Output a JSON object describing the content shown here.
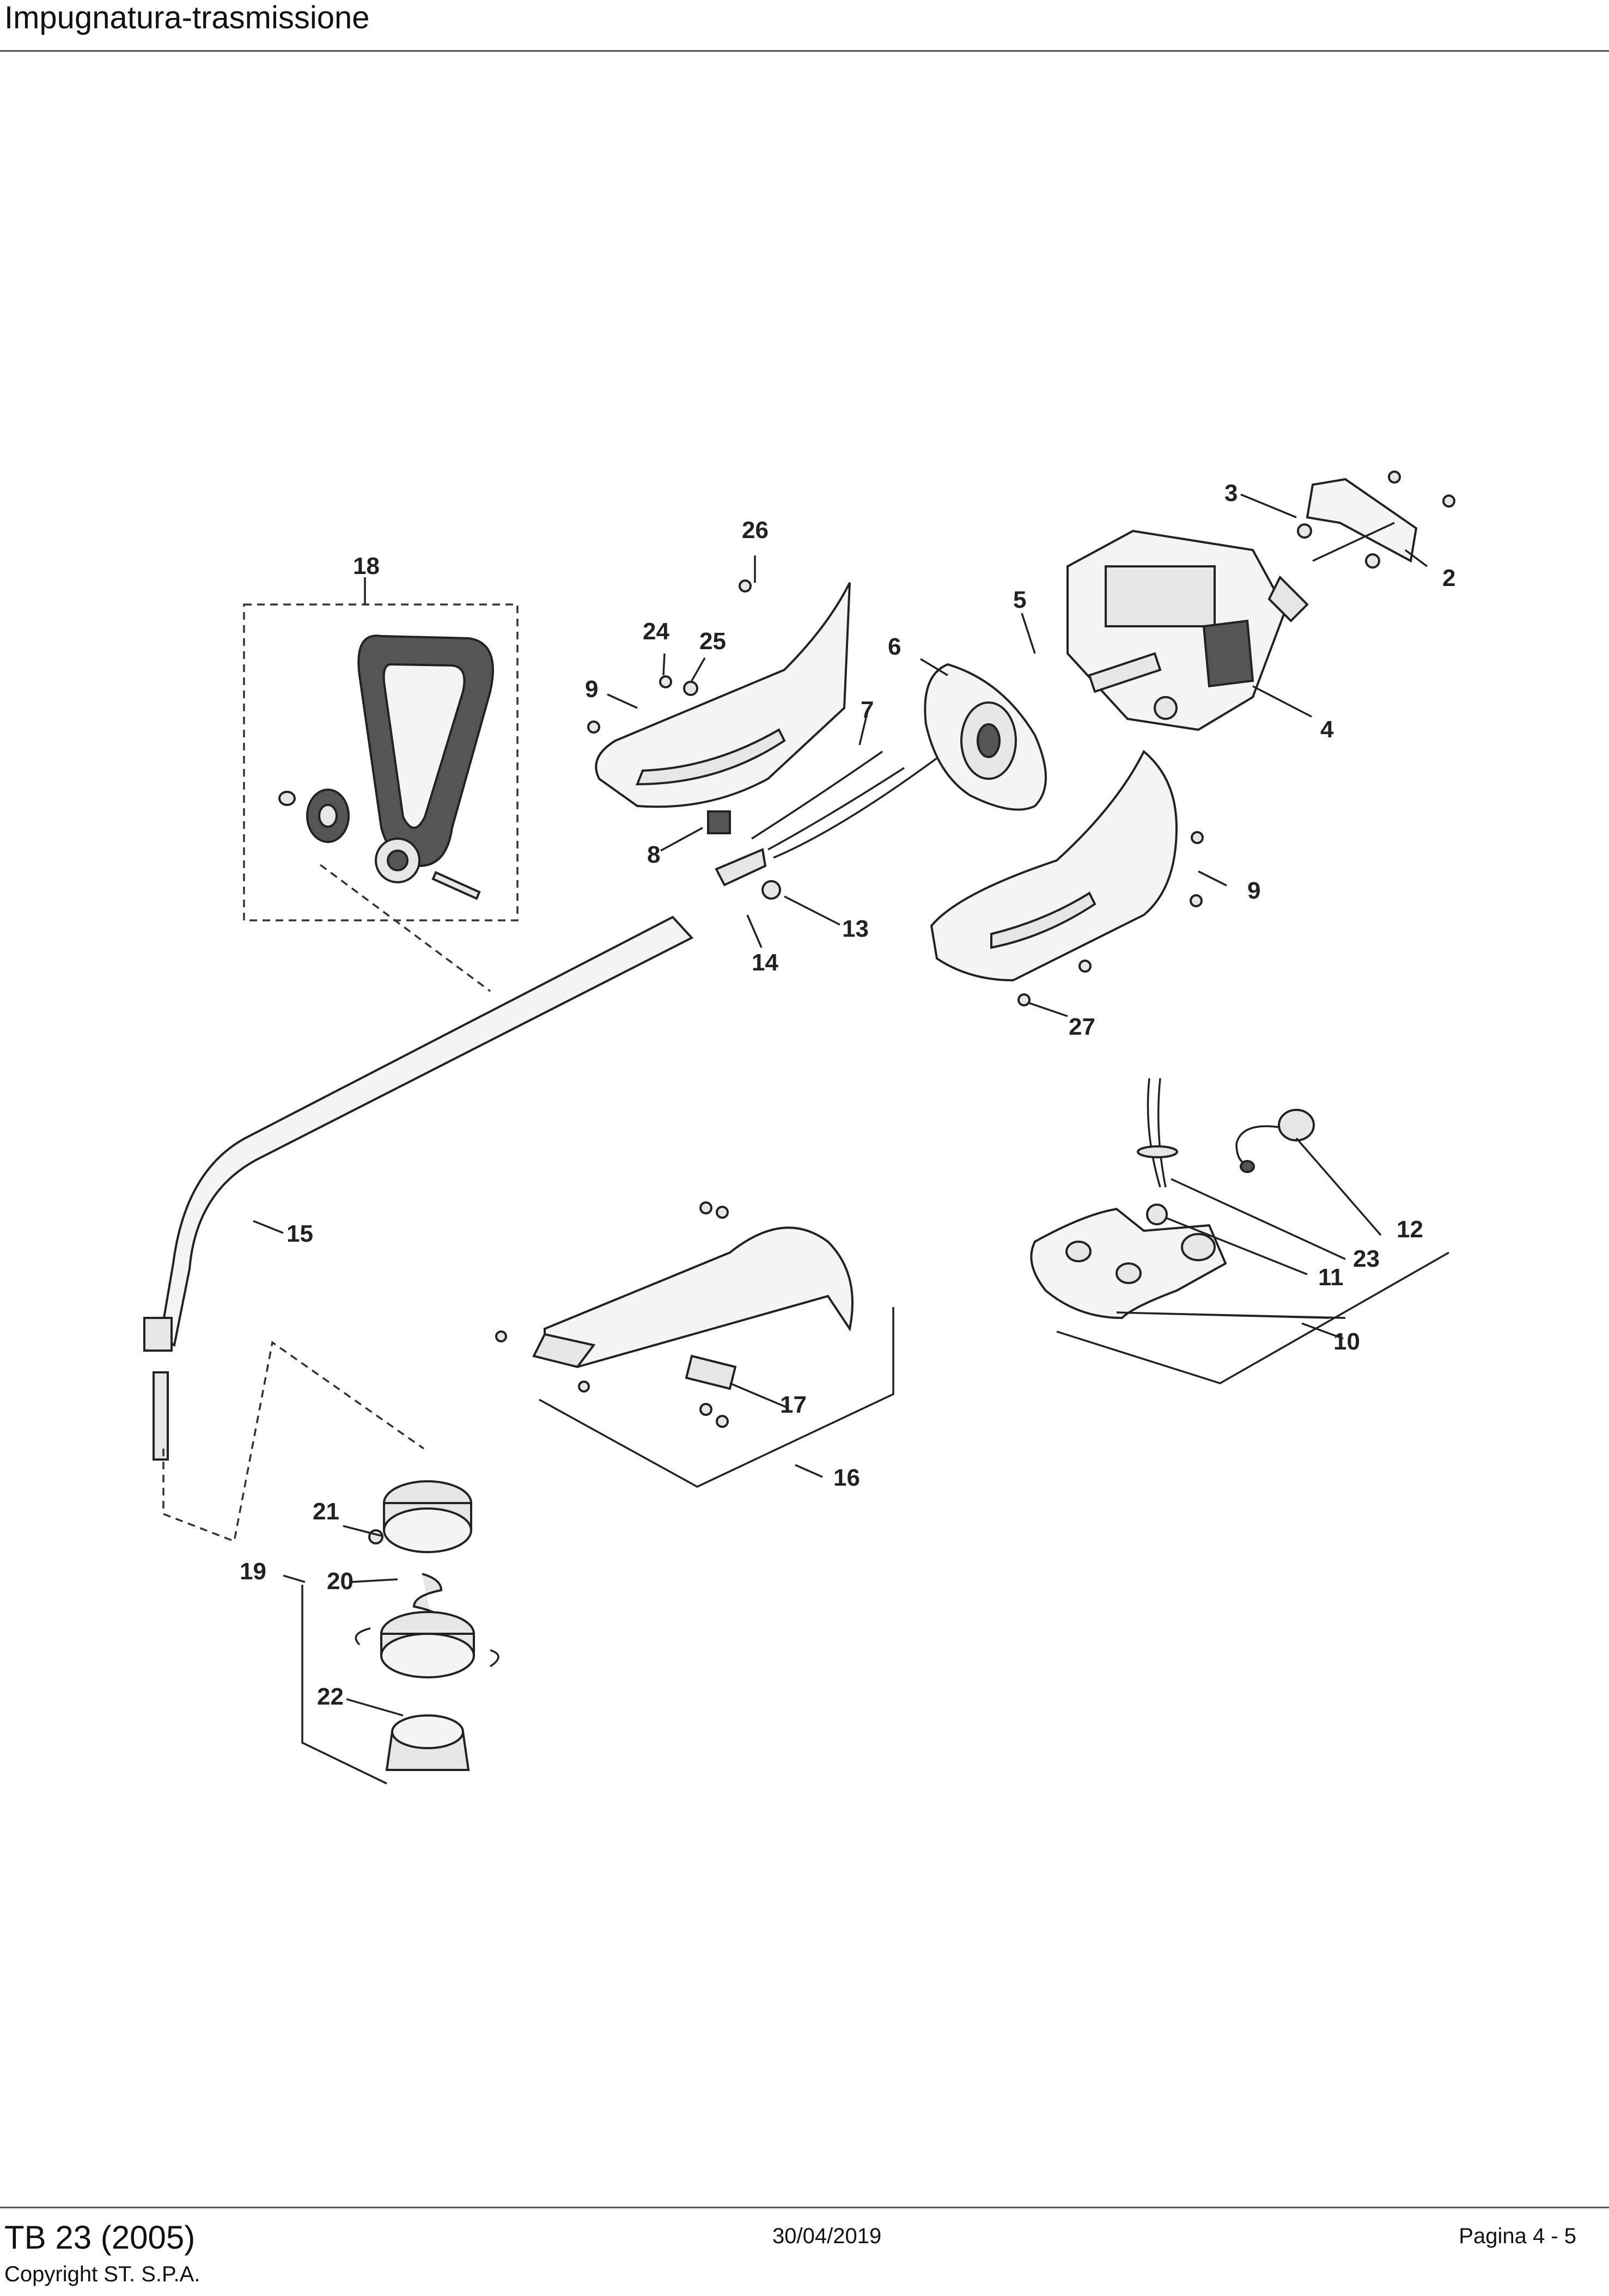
{
  "header": {
    "title": "Impugnatura-trasmissione"
  },
  "footer": {
    "model": "TB 23 (2005)",
    "copyright": "Copyright ST. S.P.A.",
    "date": "30/04/2019",
    "page": "Pagina 4 - 5"
  },
  "callouts": [
    "2",
    "3",
    "4",
    "5",
    "6",
    "7",
    "8",
    "9",
    "9",
    "10",
    "11",
    "12",
    "13",
    "14",
    "15",
    "16",
    "17",
    "18",
    "19",
    "20",
    "21",
    "22",
    "23",
    "24",
    "25",
    "26",
    "27"
  ]
}
